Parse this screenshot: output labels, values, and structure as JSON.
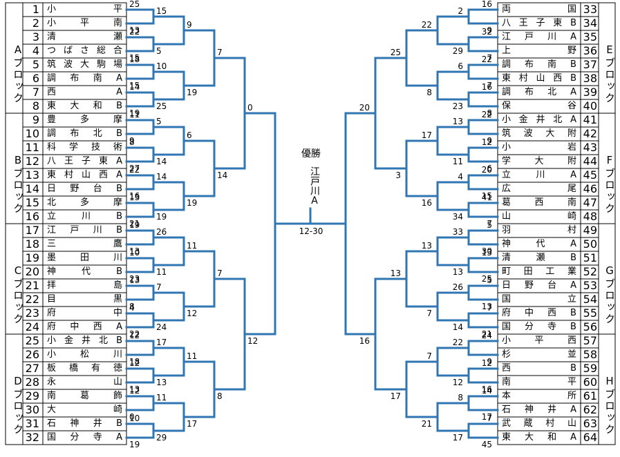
{
  "block_labels": {
    "A": "Aブロック",
    "B": "Bブロック",
    "C": "Cブロック",
    "D": "Dブロック",
    "E": "Eブロック",
    "F": "Fブロック",
    "G": "Gブロック",
    "H": "Hブロック"
  },
  "champion": {
    "heading": "優勝",
    "school": "江戸川A",
    "final_score": "12-30"
  },
  "colors": {
    "line": "#2f76b3",
    "grid": "#000000"
  },
  "left_teams": [
    {
      "no": "1",
      "name": "小平"
    },
    {
      "no": "2",
      "name": "小平南"
    },
    {
      "no": "3",
      "name": "清瀬"
    },
    {
      "no": "4",
      "name": "つばさ総合"
    },
    {
      "no": "5",
      "name": "筑波大駒場"
    },
    {
      "no": "6",
      "name": "調布南A"
    },
    {
      "no": "7",
      "name": "西A"
    },
    {
      "no": "8",
      "name": "東大和B"
    },
    {
      "no": "9",
      "name": "豊多摩"
    },
    {
      "no": "10",
      "name": "調布北B"
    },
    {
      "no": "11",
      "name": "科学技術"
    },
    {
      "no": "12",
      "name": "八王子東A"
    },
    {
      "no": "13",
      "name": "東村山西A"
    },
    {
      "no": "14",
      "name": "日野台B"
    },
    {
      "no": "15",
      "name": "北多摩"
    },
    {
      "no": "16",
      "name": "立川B"
    },
    {
      "no": "17",
      "name": "江戸川B"
    },
    {
      "no": "18",
      "name": "三鷹"
    },
    {
      "no": "19",
      "name": "墨田川"
    },
    {
      "no": "20",
      "name": "神代B"
    },
    {
      "no": "21",
      "name": "拝島"
    },
    {
      "no": "22",
      "name": "目黒"
    },
    {
      "no": "23",
      "name": "府中"
    },
    {
      "no": "24",
      "name": "府中西A"
    },
    {
      "no": "25",
      "name": "小金井北B"
    },
    {
      "no": "26",
      "name": "小松川"
    },
    {
      "no": "27",
      "name": "板橋有徳"
    },
    {
      "no": "28",
      "name": "永山"
    },
    {
      "no": "29",
      "name": "南葛飾"
    },
    {
      "no": "30",
      "name": "大崎"
    },
    {
      "no": "31",
      "name": "石神井B"
    },
    {
      "no": "32",
      "name": "国分寺A"
    }
  ],
  "right_teams": [
    {
      "no": "33",
      "name": "両国"
    },
    {
      "no": "34",
      "name": "八王子東B"
    },
    {
      "no": "35",
      "name": "江戸川A"
    },
    {
      "no": "36",
      "name": "上野"
    },
    {
      "no": "37",
      "name": "調布南B"
    },
    {
      "no": "38",
      "name": "東村山西B"
    },
    {
      "no": "39",
      "name": "調布北A"
    },
    {
      "no": "40",
      "name": "保谷"
    },
    {
      "no": "41",
      "name": "小金井北A"
    },
    {
      "no": "42",
      "name": "筑波大附"
    },
    {
      "no": "43",
      "name": "小岩"
    },
    {
      "no": "44",
      "name": "学大附"
    },
    {
      "no": "45",
      "name": "立川A"
    },
    {
      "no": "46",
      "name": "広尾"
    },
    {
      "no": "47",
      "name": "葛西南"
    },
    {
      "no": "48",
      "name": "山崎"
    },
    {
      "no": "49",
      "name": "羽村"
    },
    {
      "no": "50",
      "name": "神代A"
    },
    {
      "no": "51",
      "name": "清瀬B"
    },
    {
      "no": "52",
      "name": "町田工業"
    },
    {
      "no": "53",
      "name": "日野台A"
    },
    {
      "no": "54",
      "name": "国立"
    },
    {
      "no": "55",
      "name": "府中西B"
    },
    {
      "no": "56",
      "name": "国分寺B"
    },
    {
      "no": "57",
      "name": "小平西"
    },
    {
      "no": "58",
      "name": "杉並"
    },
    {
      "no": "59",
      "name": "西B"
    },
    {
      "no": "60",
      "name": "南平"
    },
    {
      "no": "61",
      "name": "本所"
    },
    {
      "no": "62",
      "name": "石神井A"
    },
    {
      "no": "63",
      "name": "武蔵村山"
    },
    {
      "no": "64",
      "name": "東大和A"
    }
  ],
  "left_scores": {
    "r1": [
      "25",
      "13",
      "22",
      "15",
      "18",
      "15",
      "14",
      "19",
      "11",
      "9",
      "8",
      "27",
      "22",
      "16",
      "13",
      "21",
      "19",
      "13",
      "10",
      "23",
      "13",
      "8",
      "4",
      "22",
      "12",
      "18",
      "12",
      "13",
      "12",
      "0",
      "10",
      "19"
    ],
    "r2": [
      "15",
      "5",
      "10",
      "25",
      "5",
      "14",
      "14",
      "19",
      "26",
      "11",
      "7",
      "24",
      "17",
      "13",
      "11",
      "29"
    ],
    "r3": [
      "9",
      "19",
      "6",
      "19",
      "11",
      "12",
      "11",
      "17"
    ],
    "r4": [
      "7",
      "14",
      "7",
      "8"
    ],
    "r5": [
      "0",
      "12"
    ]
  },
  "right_scores": {
    "r1": [
      "16",
      "9",
      "32",
      "7",
      "22",
      "7",
      "16",
      "8",
      "22",
      "9",
      "12",
      "6",
      "20",
      "15",
      "41",
      "7",
      "5",
      "30",
      "13",
      "25",
      "5",
      "13",
      "7",
      "21",
      "24",
      "9",
      "12",
      "16",
      "14",
      "17",
      "7",
      "45"
    ],
    "r2": [
      "2",
      "29",
      "6",
      "23",
      "13",
      "11",
      "4",
      "34",
      "33",
      "13",
      "26",
      "14",
      "22",
      "12",
      "8",
      "17"
    ],
    "r3": [
      "22",
      "8",
      "17",
      "16",
      "13",
      "7",
      "7",
      "21"
    ],
    "r4": [
      "25",
      "3",
      "13",
      "17"
    ],
    "r5": [
      "20",
      "16"
    ]
  }
}
